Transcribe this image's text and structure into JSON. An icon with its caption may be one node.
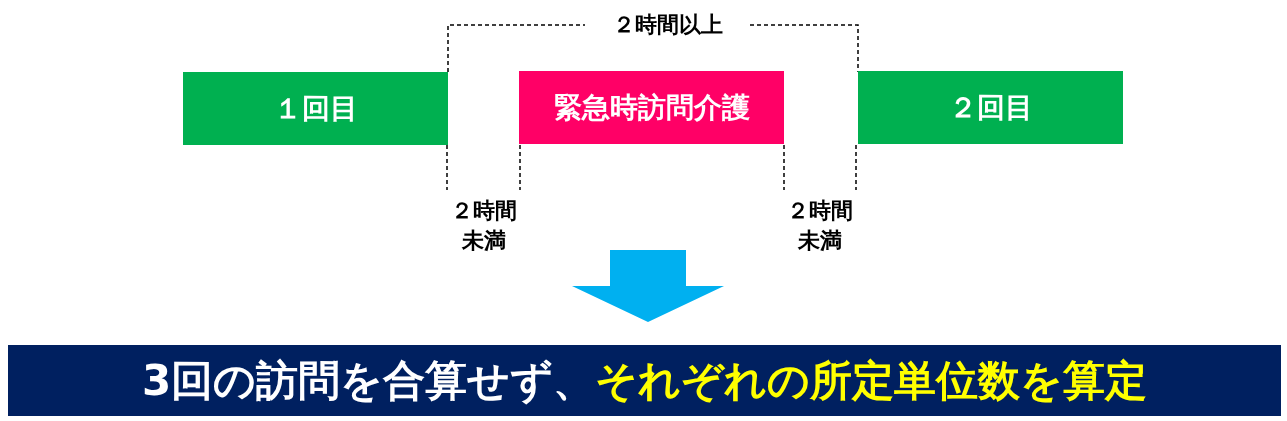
{
  "diagram": {
    "nodes": [
      {
        "text": [
          "１回目"
        ]
      },
      {
        "text": [
          "緊急時訪問介護"
        ]
      },
      {
        "text": [
          "２回目"
        ]
      },
      {
        "text": [
          "3回の訪問を合算せず、",
          "それぞれの所定単位数を算定"
        ]
      }
    ],
    "edges": [
      {
        "from": null,
        "to": 3,
        "arrow": "to"
      }
    ],
    "labels": [
      "２時間以上",
      "２時間未満",
      "２時間未満"
    ]
  }
}
